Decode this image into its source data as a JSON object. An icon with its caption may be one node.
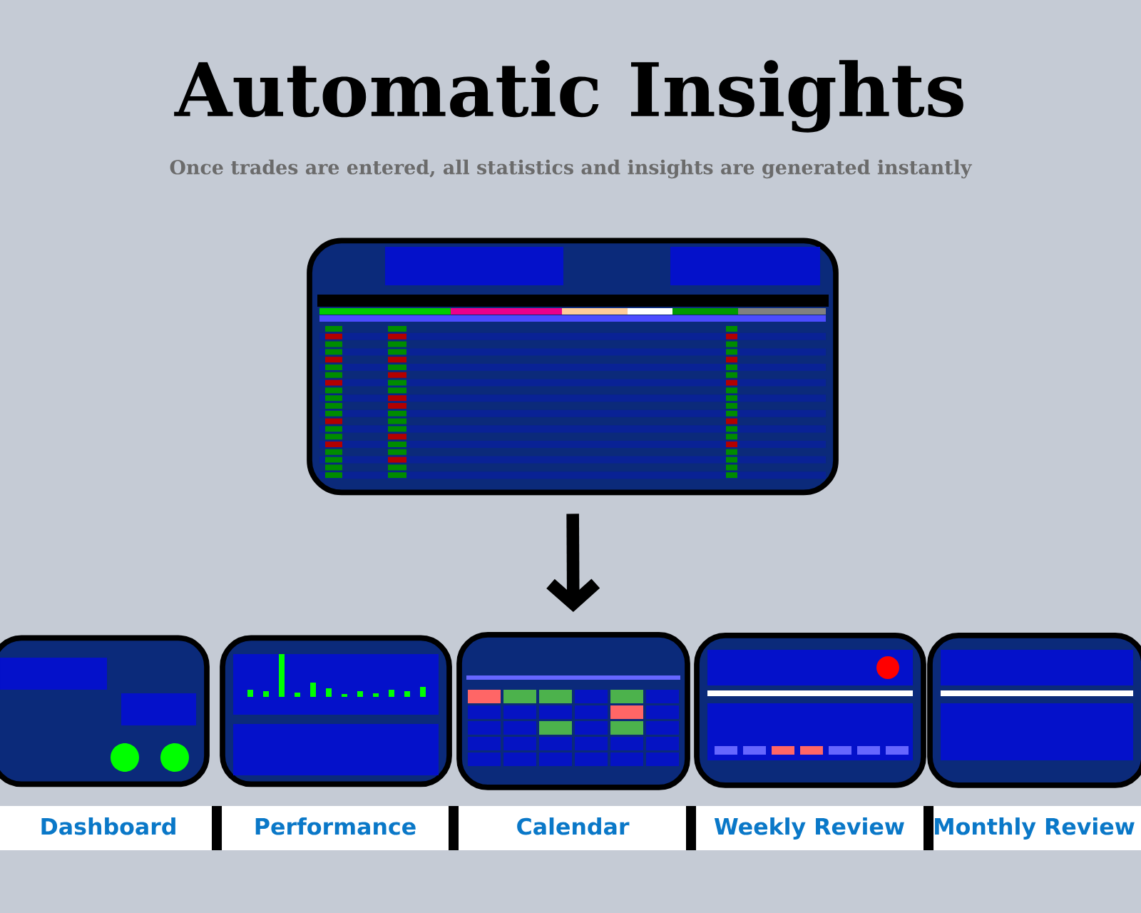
{
  "diagram": {
    "title": "Automatic Insights",
    "nodes": [
      {
        "text": [],
        "shape": "picture"
      },
      {
        "text": [],
        "shape": "picture"
      },
      {
        "text": [],
        "shape": "picture"
      },
      {
        "text": [],
        "shape": "picture"
      },
      {
        "text": [],
        "shape": "picture"
      },
      {
        "text": [],
        "shape": "picture"
      },
      {
        "text": [
          "Dashboard"
        ]
      },
      {
        "text": [
          "Performance"
        ]
      },
      {
        "text": [
          "Calendar"
        ]
      },
      {
        "text": [
          "Weekly Review"
        ]
      },
      {
        "text": [
          "Monthly Review"
        ]
      }
    ],
    "edges": [
      {
        "from": 0,
        "to": 3,
        "arrow": "to"
      }
    ],
    "labels": [
      "Once trades are entered, all statistics and insights are generated instantly"
    ]
  }
}
